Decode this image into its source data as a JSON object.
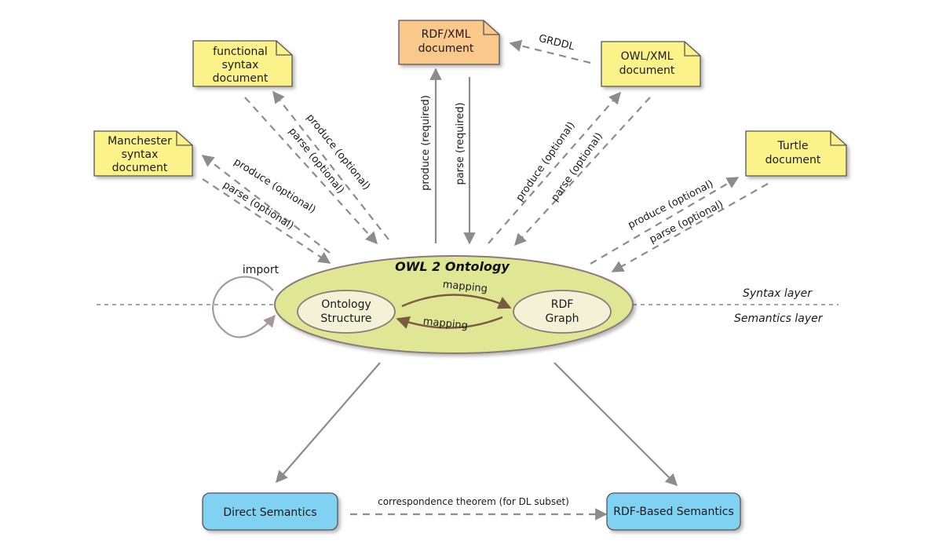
{
  "diagram": {
    "ontology": {
      "title": "OWL 2 Ontology",
      "structure": [
        "Ontology",
        "Structure"
      ],
      "graph": [
        "RDF",
        "Graph"
      ],
      "mapping_top": "mapping",
      "mapping_bottom": "mapping",
      "import_label": "import"
    },
    "documents": {
      "manchester": [
        "Manchester",
        "syntax",
        "document"
      ],
      "functional": [
        "functional",
        "syntax",
        "document"
      ],
      "rdfxml": [
        "RDF/XML",
        "document"
      ],
      "owlxml": [
        "OWL/XML",
        "document"
      ],
      "turtle": [
        "Turtle",
        "document"
      ]
    },
    "edges": {
      "manchester_produce": "produce (optional)",
      "manchester_parse": "parse (optional)",
      "functional_produce": "produce (optional)",
      "functional_parse": "parse (optional)",
      "rdfxml_produce": "produce (required)",
      "rdfxml_parse": "parse (required)",
      "owlxml_produce": "produce (optional)",
      "owlxml_parse": "parse (optional)",
      "turtle_produce": "produce (optional)",
      "turtle_parse": "parse (optional)",
      "grddl": "GRDDL",
      "correspondence": "correspondence theorem (for DL subset)"
    },
    "layers": {
      "syntax": "Syntax layer",
      "semantics": "Semantics layer"
    },
    "semantics": {
      "direct": "Direct Semantics",
      "rdf_based": "RDF-Based Semantics"
    },
    "colors": {
      "note_yellow": "#fbf38a",
      "note_orange": "#f9c88a",
      "ontology_green": "#dfe795",
      "inner_ellipse": "#f3f1d6",
      "semantics_blue": "#7fd2f1",
      "arrow_gray": "#8c8c8c",
      "mapping_brown": "#7a5a40"
    }
  }
}
